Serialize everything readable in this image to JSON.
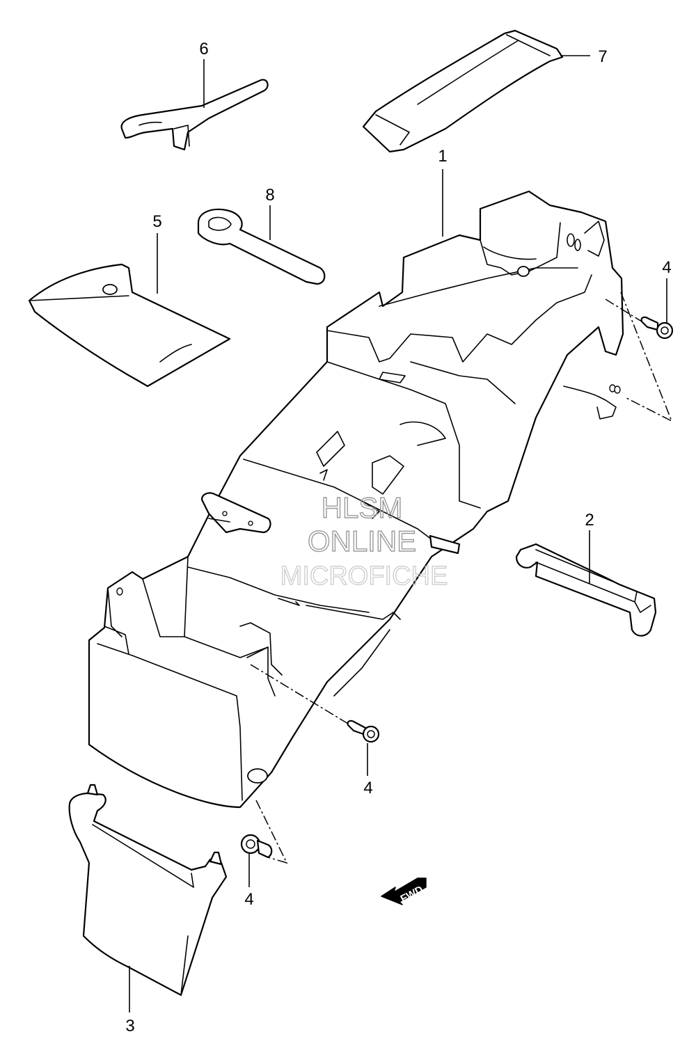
{
  "callouts": [
    {
      "id": "1",
      "label": "1"
    },
    {
      "id": "2",
      "label": "2"
    },
    {
      "id": "3",
      "label": "3"
    },
    {
      "id": "4a",
      "label": "4"
    },
    {
      "id": "4b",
      "label": "4"
    },
    {
      "id": "4c",
      "label": "4"
    },
    {
      "id": "5",
      "label": "5"
    },
    {
      "id": "6",
      "label": "6"
    },
    {
      "id": "7",
      "label": "7"
    },
    {
      "id": "8",
      "label": "8"
    }
  ],
  "watermark": {
    "line1": "HLSM",
    "line2": "ONLINE",
    "line3": "MICROFICHE",
    "color": "#9a9a9a"
  },
  "direction_marker": {
    "label": "FWD",
    "icon": "fwd-arrow-icon"
  },
  "colors": {
    "line": "#000000",
    "background": "#ffffff"
  }
}
